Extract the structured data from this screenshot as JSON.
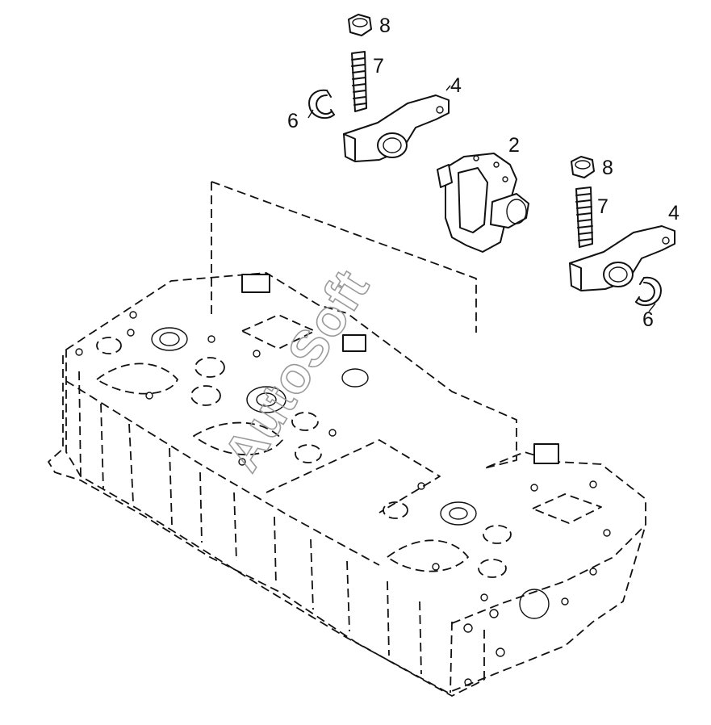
{
  "diagram": {
    "callouts": [
      {
        "id": "c8a",
        "label": "8"
      },
      {
        "id": "c7a",
        "label": "7"
      },
      {
        "id": "c6a",
        "label": "6"
      },
      {
        "id": "c4a",
        "label": "4"
      },
      {
        "id": "c2",
        "label": "2"
      },
      {
        "id": "c8b",
        "label": "8"
      },
      {
        "id": "c7b",
        "label": "7"
      },
      {
        "id": "c4b",
        "label": "4"
      },
      {
        "id": "c6b",
        "label": "6"
      }
    ]
  },
  "watermark": {
    "text": "AutoSoft"
  }
}
